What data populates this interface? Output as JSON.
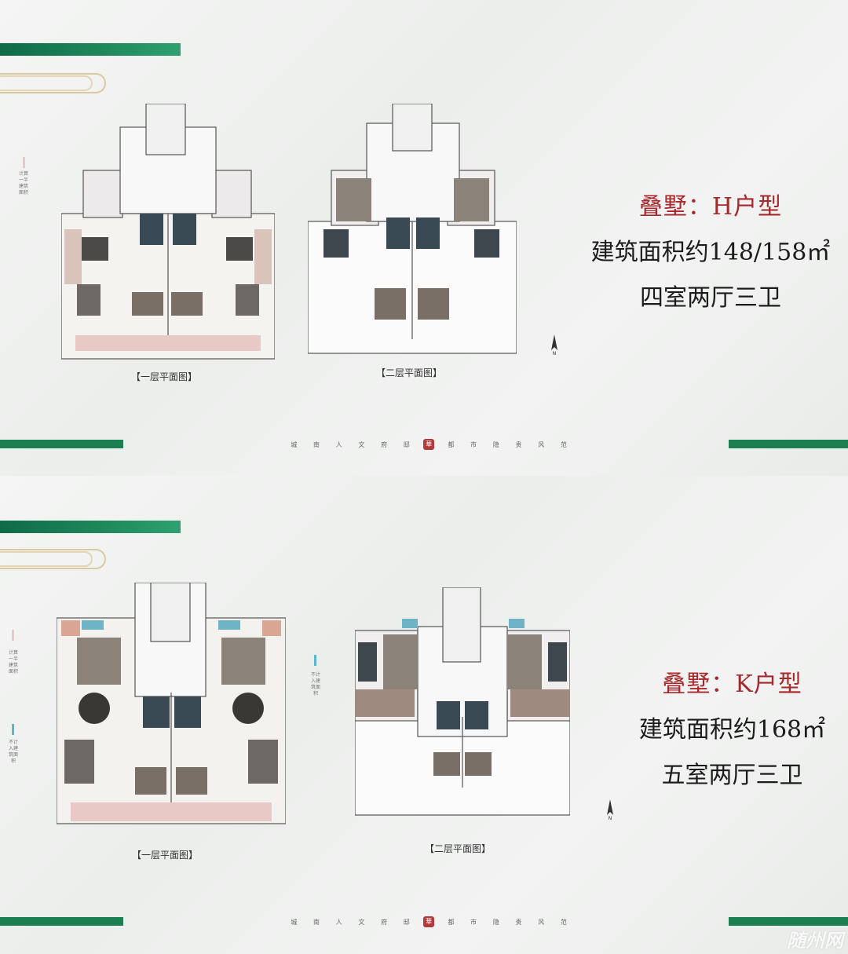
{
  "panels": [
    {
      "type_title": "叠墅：H户型",
      "area": "建筑面积约148/158㎡",
      "rooms": "四室两厅三卫",
      "plan_label_1": "【一层平面图】",
      "plan_label_2": "【二层平面图】",
      "side_note": "计算一半建筑面积"
    },
    {
      "type_title": "叠墅：K户型",
      "area": "建筑面积约168㎡",
      "rooms": "五室两厅三卫",
      "plan_label_1": "【一层平面图】",
      "plan_label_2": "【二层平面图】",
      "side_note": "计算一半建筑面积",
      "side_note_2": "不计入建筑面积",
      "side_note_3": "不计入建筑面积"
    }
  ],
  "slogan": [
    "城",
    "南",
    "人",
    "文",
    "府",
    "邸",
    "華",
    "都",
    "市",
    "隐",
    "贵",
    "风",
    "范"
  ],
  "watermark": "随州网",
  "colors": {
    "accent_green": "#1b7f52",
    "title_red": "#a8272a",
    "seal_red": "#b23a3a"
  }
}
